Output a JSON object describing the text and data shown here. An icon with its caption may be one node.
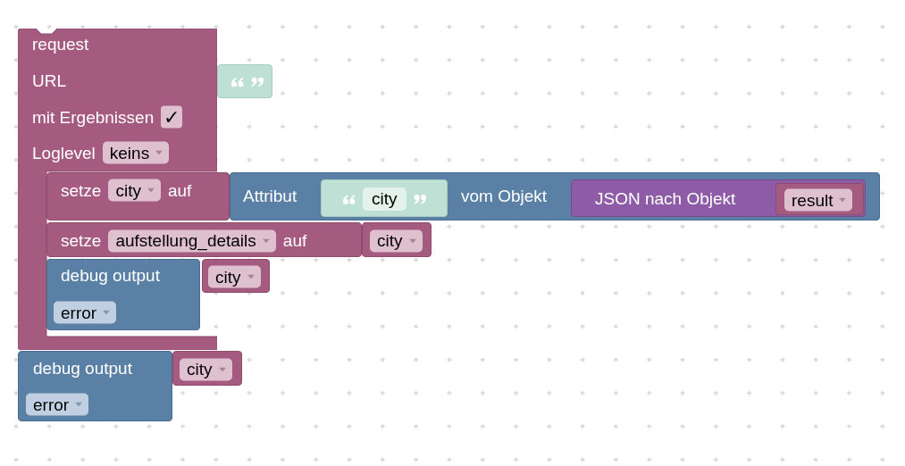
{
  "diagram": {
    "nodes": [
      {
        "text": [
          "request",
          "URL",
          "mit Ergebnissen",
          "✓",
          "Loglevel",
          "keins"
        ]
      },
      {
        "text": [],
        "shape": "box"
      },
      {
        "text": [
          "setze",
          "city",
          "auf"
        ]
      },
      {
        "text": [
          "Attribut",
          "vom Objekt"
        ]
      },
      {
        "text": [
          "city"
        ],
        "in": 3
      },
      {
        "text": [
          "JSON nach Objekt"
        ],
        "in": 3
      },
      {
        "text": [
          "result"
        ],
        "in": 5
      },
      {
        "text": [
          "setze",
          "aufstellung_details",
          "auf"
        ]
      },
      {
        "text": [
          "city"
        ]
      },
      {
        "text": [
          "debug output",
          "error"
        ],
        "in": 0
      },
      {
        "text": [
          "city"
        ]
      },
      {
        "text": [
          "debug output",
          "error"
        ]
      },
      {
        "text": [
          "city"
        ]
      }
    ]
  }
}
